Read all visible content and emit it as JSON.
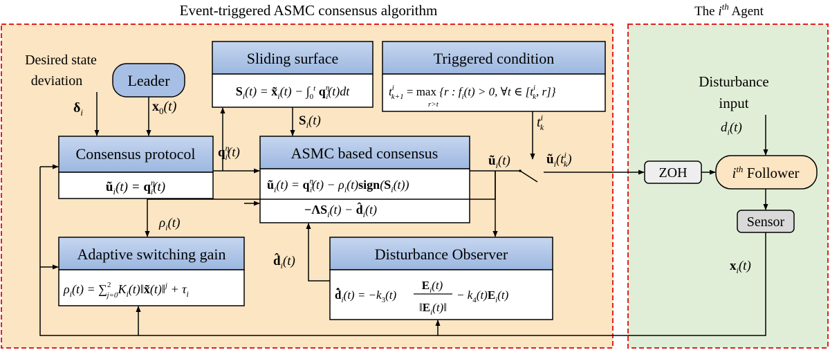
{
  "titles": {
    "left": "Event-triggered ASMC consensus algorithm",
    "right_prefix": "The ",
    "right_i": "i",
    "right_th": "th",
    "right_suffix": " Agent"
  },
  "inputs": {
    "desired_line1": "Desired state",
    "desired_line2": "deviation",
    "delta_sub": "i",
    "x0_arg": "(t)",
    "disturbance_line1": "Disturbance",
    "disturbance_line2": "input"
  },
  "blocks": {
    "leader": "Leader",
    "sliding_surface": "Sliding surface",
    "triggered_condition": "Triggered condition",
    "consensus_protocol": "Consensus protocol",
    "asmc_consensus": "ASMC based consensus",
    "adaptive_gain": "Adaptive switching gain",
    "disturbance_observer": "Disturbance Observer",
    "zoh": "ZOH",
    "follower": "Follower",
    "sensor": "Sensor"
  },
  "colors": {
    "header_fill": "#a7bfe4",
    "left_panel_fill": "#fce5c2",
    "right_panel_fill": "#e1eed7",
    "leader_fill": "#a7bfe4",
    "follower_fill": "#fce5c2",
    "gray_fill": "#d9d9d9",
    "dash_red": "#e02020"
  }
}
